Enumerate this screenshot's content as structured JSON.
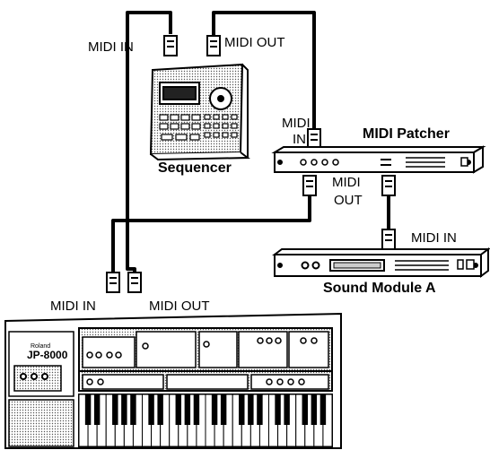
{
  "labels": {
    "seq_midi_in": "MIDI IN",
    "seq_midi_out": "MIDI OUT",
    "patcher_midi_in_1": "MIDI",
    "patcher_midi_in_2": "IN",
    "patcher_title": "MIDI Patcher",
    "patcher_midi_out_1": "MIDI",
    "patcher_midi_out_2": "OUT",
    "sequencer_title": "Sequencer",
    "module_midi_in": "MIDI IN",
    "module_title": "Sound Module A",
    "synth_midi_in": "MIDI IN",
    "synth_midi_out": "MIDI OUT",
    "synth_brand": "Roland",
    "synth_model": "JP-8000"
  }
}
